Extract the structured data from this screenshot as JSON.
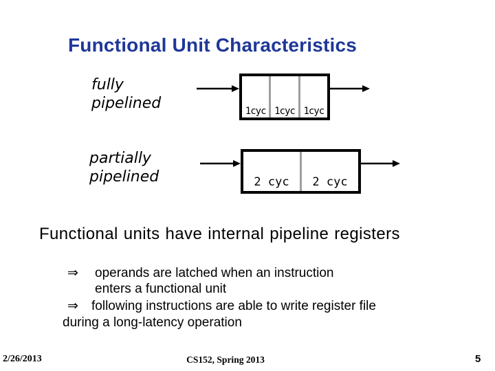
{
  "slide": {
    "title": "Functional Unit Characteristics",
    "statement": "Functional units have internal pipeline registers"
  },
  "diagram": {
    "fully": {
      "label": "fully\npipelined",
      "cells": [
        "1cyc",
        "1cyc",
        "1cyc"
      ]
    },
    "partially": {
      "label": "partially\npipelined",
      "cells": [
        "2 cyc",
        "2 cyc"
      ]
    }
  },
  "bullets": {
    "marker": "⇒",
    "items": [
      {
        "line1": "operands are latched when an instruction",
        "line2": "enters a functional unit"
      },
      {
        "line1": "following instructions are able to write register file",
        "line2": "during a long-latency operation"
      }
    ]
  },
  "footer": {
    "date": "2/26/2013",
    "course": "CS152, Spring 2013",
    "page": "5"
  },
  "colors": {
    "title-blue": "#1F3798",
    "divider-gray": "#9E9E9E",
    "ink": "#000000"
  }
}
